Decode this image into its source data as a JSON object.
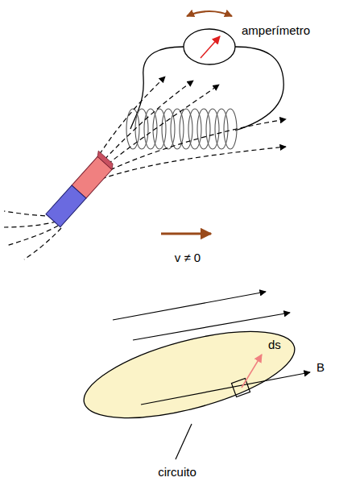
{
  "diagram": {
    "labels": [
      "amperímetro",
      "v ≠ 0",
      "ds",
      "B",
      "circuito"
    ]
  }
}
